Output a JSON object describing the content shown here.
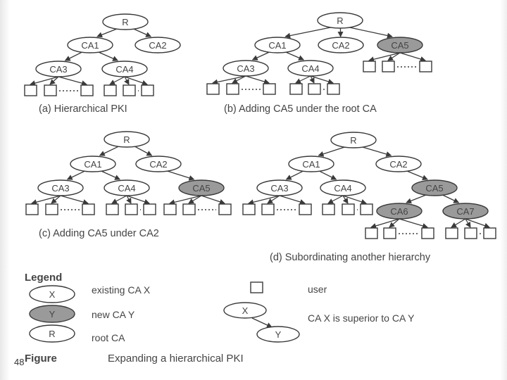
{
  "panels": {
    "a": {
      "caption": "(a) Hierarchical PKI",
      "nodes": {
        "root": "R",
        "ca1": "CA1",
        "ca2": "CA2",
        "ca3": "CA3",
        "ca4": "CA4"
      }
    },
    "b": {
      "caption": "(b) Adding CA5 under the root CA",
      "nodes": {
        "root": "R",
        "ca1": "CA1",
        "ca2": "CA2",
        "ca5": "CA5",
        "ca3": "CA3",
        "ca4": "CA4"
      }
    },
    "c": {
      "caption": "(c) Adding CA5 under CA2",
      "nodes": {
        "root": "R",
        "ca1": "CA1",
        "ca2": "CA2",
        "ca3": "CA3",
        "ca4": "CA4",
        "ca5": "CA5"
      }
    },
    "d": {
      "caption": "(d) Subordinating another hierarchy",
      "nodes": {
        "root": "R",
        "ca1": "CA1",
        "ca2": "CA2",
        "ca3": "CA3",
        "ca4": "CA4",
        "ca5": "CA5",
        "ca6": "CA6",
        "ca7": "CA7"
      }
    }
  },
  "legend": {
    "title": "Legend",
    "existing_symbol": "X",
    "existing_text": "existing CA X",
    "new_symbol": "Y",
    "new_text": "new CA Y",
    "root_symbol": "R",
    "root_text": "root CA",
    "user_text": "user",
    "superior_x": "X",
    "superior_y": "Y",
    "superior_text": "CA X is superior to CA Y"
  },
  "figure": {
    "label": "Figure",
    "caption": "Expanding a hierarchical PKI"
  },
  "page_number": "48",
  "colors": {
    "line": "#3a3a3a",
    "new_ca_fill": "#9a9a9a",
    "text": "#444444"
  }
}
